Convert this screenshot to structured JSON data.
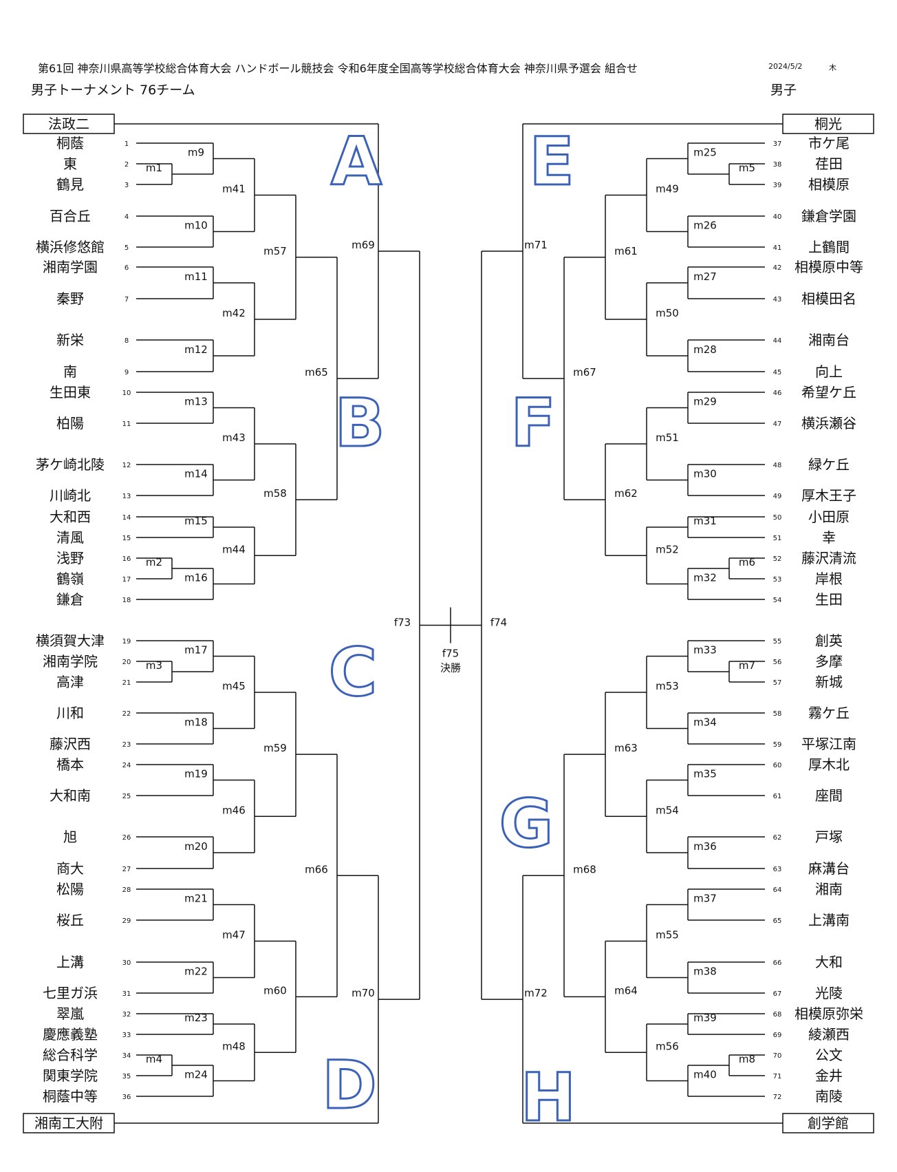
{
  "header": {
    "title": "第61回 神奈川県高等学校総合体育大会 ハンドボール競技会 令和6年度全国高等学校総合体育大会 神奈川県予選会 組合せ",
    "date": "2024/5/2",
    "weekday": "木",
    "subtitle": "男子トーナメント 76チーム",
    "gender": "男子"
  },
  "seeds": {
    "top_left": "法政二",
    "bottom_left": "湘南工大附",
    "top_right": "桐光",
    "bottom_right": "創学館"
  },
  "blocks": [
    "A",
    "B",
    "C",
    "D",
    "E",
    "F",
    "G",
    "H"
  ],
  "teams_left": [
    {
      "no": "1",
      "name": "桐蔭"
    },
    {
      "no": "2",
      "name": "東"
    },
    {
      "no": "3",
      "name": "鶴見"
    },
    {
      "no": "4",
      "name": "百合丘"
    },
    {
      "no": "5",
      "name": "横浜修悠館"
    },
    {
      "no": "6",
      "name": "湘南学園"
    },
    {
      "no": "7",
      "name": "秦野"
    },
    {
      "no": "8",
      "name": "新栄"
    },
    {
      "no": "9",
      "name": "南"
    },
    {
      "no": "10",
      "name": "生田東"
    },
    {
      "no": "11",
      "name": "柏陽"
    },
    {
      "no": "12",
      "name": "茅ケ崎北陵"
    },
    {
      "no": "13",
      "name": "川崎北"
    },
    {
      "no": "14",
      "name": "大和西"
    },
    {
      "no": "15",
      "name": "清風"
    },
    {
      "no": "16",
      "name": "浅野"
    },
    {
      "no": "17",
      "name": "鶴嶺"
    },
    {
      "no": "18",
      "name": "鎌倉"
    },
    {
      "no": "19",
      "name": "横須賀大津"
    },
    {
      "no": "20",
      "name": "湘南学院"
    },
    {
      "no": "21",
      "name": "高津"
    },
    {
      "no": "22",
      "name": "川和"
    },
    {
      "no": "23",
      "name": "藤沢西"
    },
    {
      "no": "24",
      "name": "橋本"
    },
    {
      "no": "25",
      "name": "大和南"
    },
    {
      "no": "26",
      "name": "旭"
    },
    {
      "no": "27",
      "name": "商大"
    },
    {
      "no": "28",
      "name": "松陽"
    },
    {
      "no": "29",
      "name": "桜丘"
    },
    {
      "no": "30",
      "name": "上溝"
    },
    {
      "no": "31",
      "name": "七里ガ浜"
    },
    {
      "no": "32",
      "name": "翠嵐"
    },
    {
      "no": "33",
      "name": "慶應義塾"
    },
    {
      "no": "34",
      "name": "総合科学"
    },
    {
      "no": "35",
      "name": "関東学院"
    },
    {
      "no": "36",
      "name": "桐蔭中等"
    }
  ],
  "teams_right": [
    {
      "no": "37",
      "name": "市ケ尾"
    },
    {
      "no": "38",
      "name": "荏田"
    },
    {
      "no": "39",
      "name": "相模原"
    },
    {
      "no": "40",
      "name": "鎌倉学園"
    },
    {
      "no": "41",
      "name": "上鶴間"
    },
    {
      "no": "42",
      "name": "相模原中等"
    },
    {
      "no": "43",
      "name": "相模田名"
    },
    {
      "no": "44",
      "name": "湘南台"
    },
    {
      "no": "45",
      "name": "向上"
    },
    {
      "no": "46",
      "name": "希望ケ丘"
    },
    {
      "no": "47",
      "name": "横浜瀬谷"
    },
    {
      "no": "48",
      "name": "緑ケ丘"
    },
    {
      "no": "49",
      "name": "厚木王子"
    },
    {
      "no": "50",
      "name": "小田原"
    },
    {
      "no": "51",
      "name": "幸"
    },
    {
      "no": "52",
      "name": "藤沢清流"
    },
    {
      "no": "53",
      "name": "岸根"
    },
    {
      "no": "54",
      "name": "生田"
    },
    {
      "no": "55",
      "name": "創英"
    },
    {
      "no": "56",
      "name": "多摩"
    },
    {
      "no": "57",
      "name": "新城"
    },
    {
      "no": "58",
      "name": "霧ケ丘"
    },
    {
      "no": "59",
      "name": "平塚江南"
    },
    {
      "no": "60",
      "name": "厚木北"
    },
    {
      "no": "61",
      "name": "座間"
    },
    {
      "no": "62",
      "name": "戸塚"
    },
    {
      "no": "63",
      "name": "麻溝台"
    },
    {
      "no": "64",
      "name": "湘南"
    },
    {
      "no": "65",
      "name": "上溝南"
    },
    {
      "no": "66",
      "name": "大和"
    },
    {
      "no": "67",
      "name": "光陵"
    },
    {
      "no": "68",
      "name": "相模原弥栄"
    },
    {
      "no": "69",
      "name": "綾瀬西"
    },
    {
      "no": "70",
      "name": "公文"
    },
    {
      "no": "71",
      "name": "金井"
    },
    {
      "no": "72",
      "name": "南陵"
    }
  ],
  "matches": {
    "left_r0": [
      "m1",
      "m2",
      "m3",
      "m4"
    ],
    "left_r1": [
      "m9",
      "m10",
      "m11",
      "m12",
      "m13",
      "m14",
      "m15",
      "m16",
      "m17",
      "m18",
      "m19",
      "m20",
      "m21",
      "m22",
      "m23",
      "m24"
    ],
    "left_r2": [
      "m41",
      "m42",
      "m43",
      "m44",
      "m45",
      "m46",
      "m47",
      "m48"
    ],
    "left_r3": [
      "m57",
      "m58",
      "m59",
      "m60"
    ],
    "left_r4": [
      "m65",
      "m66"
    ],
    "left_r5": [
      "m69",
      "m70"
    ],
    "right_r0": [
      "m5",
      "m6",
      "m7",
      "m8"
    ],
    "right_r1": [
      "m25",
      "m26",
      "m27",
      "m28",
      "m29",
      "m30",
      "m31",
      "m32",
      "m33",
      "m34",
      "m35",
      "m36",
      "m37",
      "m38",
      "m39",
      "m40"
    ],
    "right_r2": [
      "m49",
      "m50",
      "m51",
      "m52",
      "m53",
      "m54",
      "m55",
      "m56"
    ],
    "right_r3": [
      "m61",
      "m62",
      "m63",
      "m64"
    ],
    "right_r4": [
      "m67",
      "m68"
    ],
    "right_r5": [
      "m71",
      "m72"
    ],
    "semis": [
      "f73",
      "f74"
    ],
    "final": "f75",
    "final_label": "決勝"
  }
}
